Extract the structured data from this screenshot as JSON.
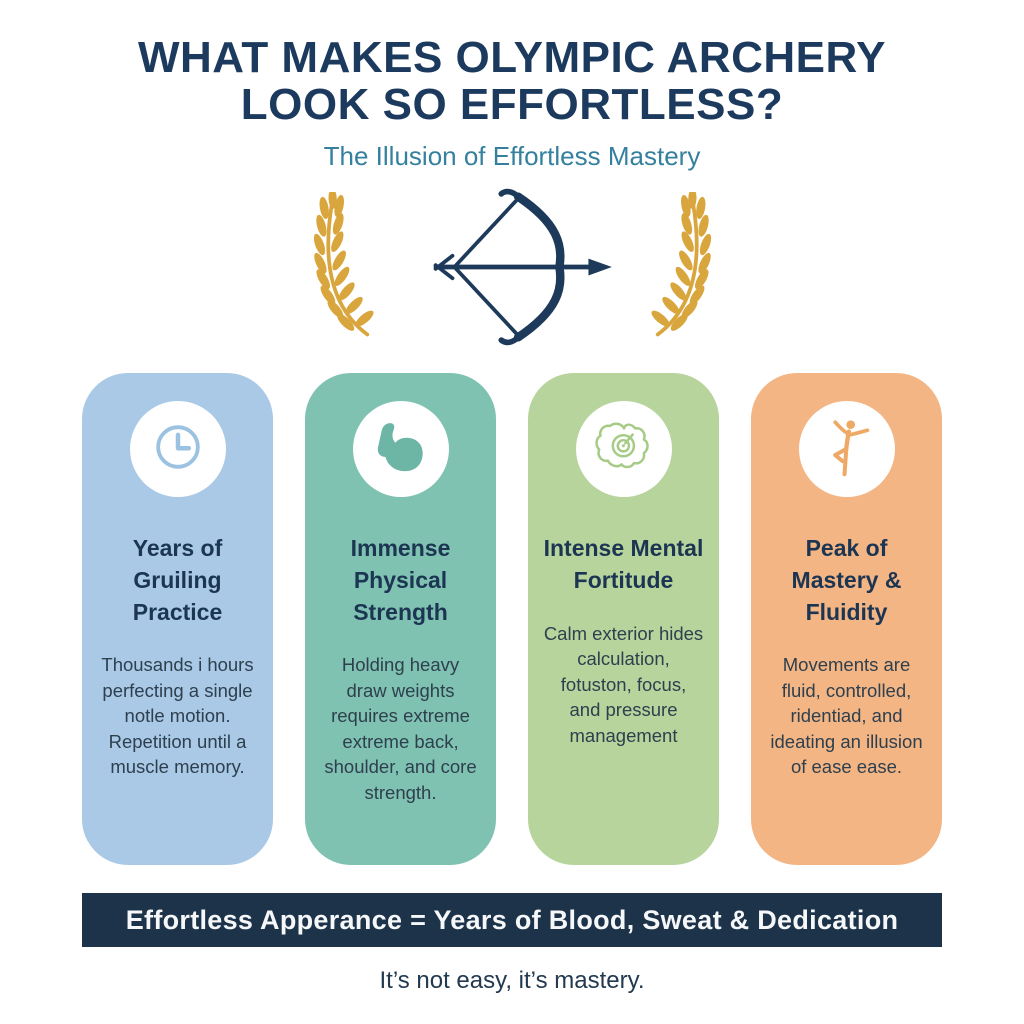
{
  "header": {
    "title_line1": "WHAT MAKES OLYMPIC ARCHERY",
    "title_line2": "LOOK SO EFFORTLESS?",
    "subtitle": "The Illusion of Effortless Mastery",
    "title_color": "#1c3a5e",
    "subtitle_color": "#35809e"
  },
  "hero": {
    "bow_icon": "bow-and-arrow-icon",
    "laurel_icon": "laurel-wreath-icon",
    "bow_color": "#1e3a5a",
    "laurel_color": "#d9a63e"
  },
  "cards": [
    {
      "icon": "clock-icon",
      "title": "Years of Gruiling Practice",
      "body": "Thousands i hours perfecting a single notle motion. Repetition until a muscle memory.",
      "bg_color": "#a9c9e6",
      "icon_color": "#9cc2e1"
    },
    {
      "icon": "bicep-icon",
      "title": "Immense Physical Strength",
      "body": "Holding heavy draw weights requires extreme extreme back, shoulder, and core strength.",
      "bg_color": "#7fc2b1",
      "icon_color": "#6db5a4"
    },
    {
      "icon": "brain-target-icon",
      "title": "Intense Mental Fortitude",
      "body": "Calm exterior hides calculation, fotuston, focus, and pressure management",
      "bg_color": "#b7d49c",
      "icon_color": "#a6cb86"
    },
    {
      "icon": "dancer-icon",
      "title": "Peak of Mastery & Fluidity",
      "body": "Movements are fluid, controlled, ridentiad, and ideating an illusion of ease ease.",
      "bg_color": "#f3b584",
      "icon_color": "#efa967"
    }
  ],
  "banner": {
    "text": "Effortless Apperance = Years of Blood, Sweat & Dedication",
    "bg_color": "#1d3349",
    "text_color": "#f5f7f9"
  },
  "footer": {
    "text": "It’s not easy, it’s mastery."
  }
}
